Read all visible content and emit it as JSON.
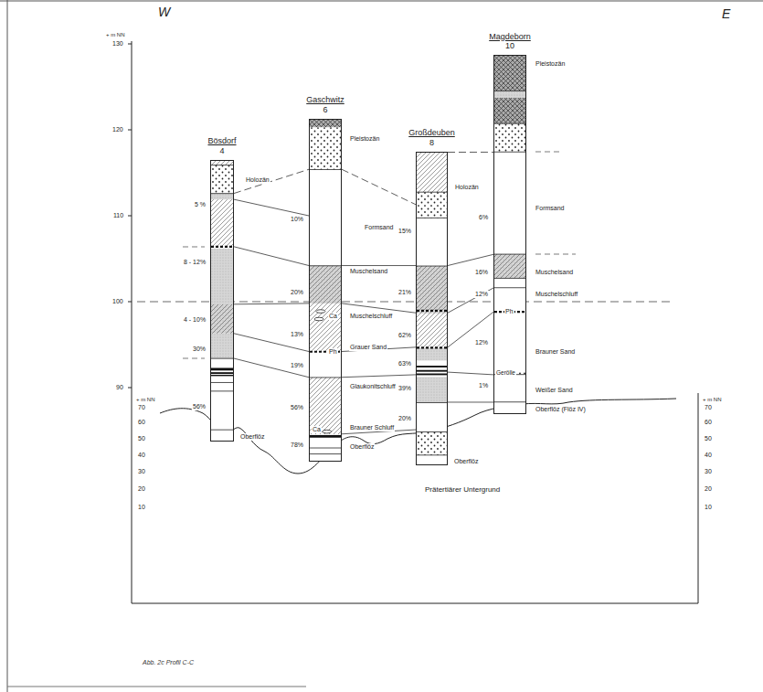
{
  "diagram": {
    "caption": "Abb. 2c Profil C-C",
    "nodes": [
      {
        "text": [
          "Bösdorf",
          "4"
        ]
      },
      {
        "text": [
          "Gaschwitz",
          "6"
        ]
      },
      {
        "text": [
          "Großdeuben",
          "8"
        ]
      },
      {
        "text": [
          "Magdeborn",
          "10"
        ]
      }
    ],
    "edges": [
      {
        "from": 0,
        "to": 1,
        "arrow": "none"
      },
      {
        "from": 0,
        "to": 1,
        "arrow": "none"
      },
      {
        "from": 0,
        "to": 1,
        "arrow": "none"
      },
      {
        "from": 0,
        "to": 1,
        "arrow": "none"
      },
      {
        "from": 0,
        "to": 1,
        "arrow": "none"
      },
      {
        "from": 0,
        "to": 1,
        "arrow": "none"
      },
      {
        "from": 1,
        "to": 2,
        "arrow": "none"
      },
      {
        "from": 1,
        "to": 2,
        "arrow": "none"
      },
      {
        "from": 1,
        "to": 2,
        "arrow": "none"
      },
      {
        "from": 1,
        "to": 2,
        "arrow": "none"
      },
      {
        "from": 1,
        "to": 2,
        "arrow": "none"
      },
      {
        "from": 1,
        "to": 2,
        "arrow": "none"
      },
      {
        "from": 2,
        "to": 3,
        "arrow": "none"
      },
      {
        "from": 2,
        "to": 3,
        "arrow": "none"
      },
      {
        "from": 2,
        "to": 3,
        "arrow": "none"
      },
      {
        "from": 2,
        "to": 3,
        "arrow": "none"
      },
      {
        "from": 2,
        "to": 3,
        "arrow": "none"
      },
      {
        "from": 2,
        "to": 3,
        "arrow": "none"
      }
    ],
    "labels": [
      "W",
      "E",
      "+ m NN",
      "130",
      "120",
      "110",
      "100",
      "90",
      "Holozän",
      "5 %",
      "8 - 12%",
      "4 - 10%",
      "30%",
      "56%",
      "Oberflöz",
      "Pleistozän",
      "10%",
      "Formsand",
      "20%",
      "Muschelsand",
      "Ca",
      "13%",
      "Muschelschluff",
      "Ph",
      "19%",
      "Grauer Sand",
      "56%",
      "Glaukonitschluff",
      "Ca",
      "78%",
      "Brauner Schluff",
      "Oberflöz",
      "Holozän",
      "15%",
      "21%",
      "62%",
      "63%",
      "39%",
      "20%",
      "Oberflöz",
      "Pleistozän",
      "6%",
      "Formsand",
      "16%",
      "Muschelsand",
      "12%",
      "Muschelschluff",
      "Ph",
      "12%",
      "Brauner Sand",
      "Gerölle",
      "1%",
      "Weißer Sand",
      "Oberflöz (Flöz IV)",
      "+ m NN",
      "70",
      "60",
      "50",
      "40",
      "30",
      "20",
      "10",
      "+ m NN",
      "70",
      "60",
      "50",
      "40",
      "30",
      "20",
      "10",
      "Prätertiärer Untergrund"
    ]
  }
}
